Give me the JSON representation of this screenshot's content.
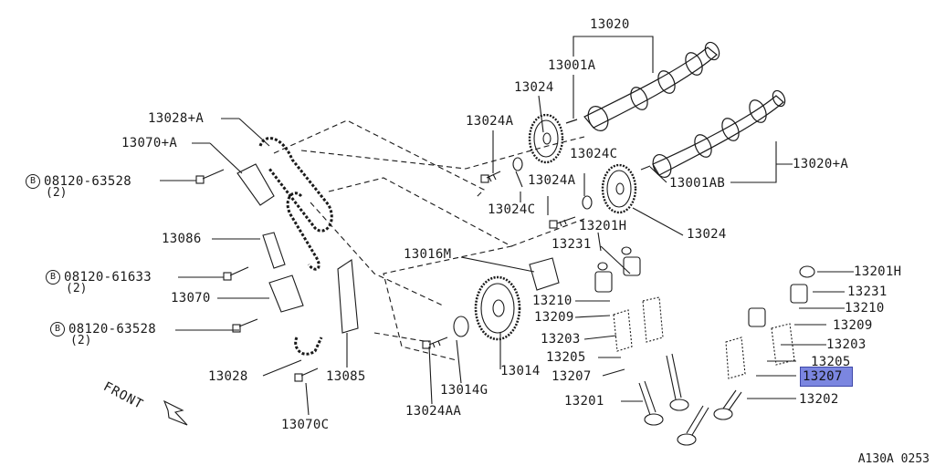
{
  "diagram": {
    "labels": {
      "l13020": "13020",
      "l13001A": "13001A",
      "l13024_top": "13024",
      "l13028A": "13028+A",
      "l13024A_1": "13024A",
      "l13070A": "13070+A",
      "l13024C_1": "13024C",
      "l13020A": "13020+A",
      "l13001AB": "13001AB",
      "l13024A_2": "13024A",
      "l13024C_2": "13024C",
      "l13201H_1": "13201H",
      "l13024_r": "13024",
      "l13086": "13086",
      "l13231_1": "13231",
      "l13016M": "13016M",
      "l13201H_2": "13201H",
      "l13231_2": "13231",
      "l13070": "13070",
      "l13210_1": "13210",
      "l13210_2": "13210",
      "l13209_1": "13209",
      "l13209_2": "13209",
      "l13203_1": "13203",
      "l13203_2": "13203",
      "l13205_1": "13205",
      "l13205_2": "13205",
      "l13207_1": "13207",
      "l13207_2": "13207",
      "l13014": "13014",
      "l13028": "13028",
      "l13085": "13085",
      "l13014G": "13014G",
      "l13201": "13201",
      "l13202": "13202",
      "l13024AA": "13024AA",
      "l13070C": "13070C",
      "bolt1": "08120-63528",
      "bolt1_qty": "(2)",
      "bolt2": "08120-61633",
      "bolt2_qty": "(2)",
      "bolt3": "08120-63528",
      "bolt3_qty": "(2)",
      "circle_b": "B"
    },
    "front": "FRONT",
    "code": "A130A 0253",
    "colors": {
      "ink": "#1a1a1a",
      "highlight": "#7b86e0"
    }
  }
}
